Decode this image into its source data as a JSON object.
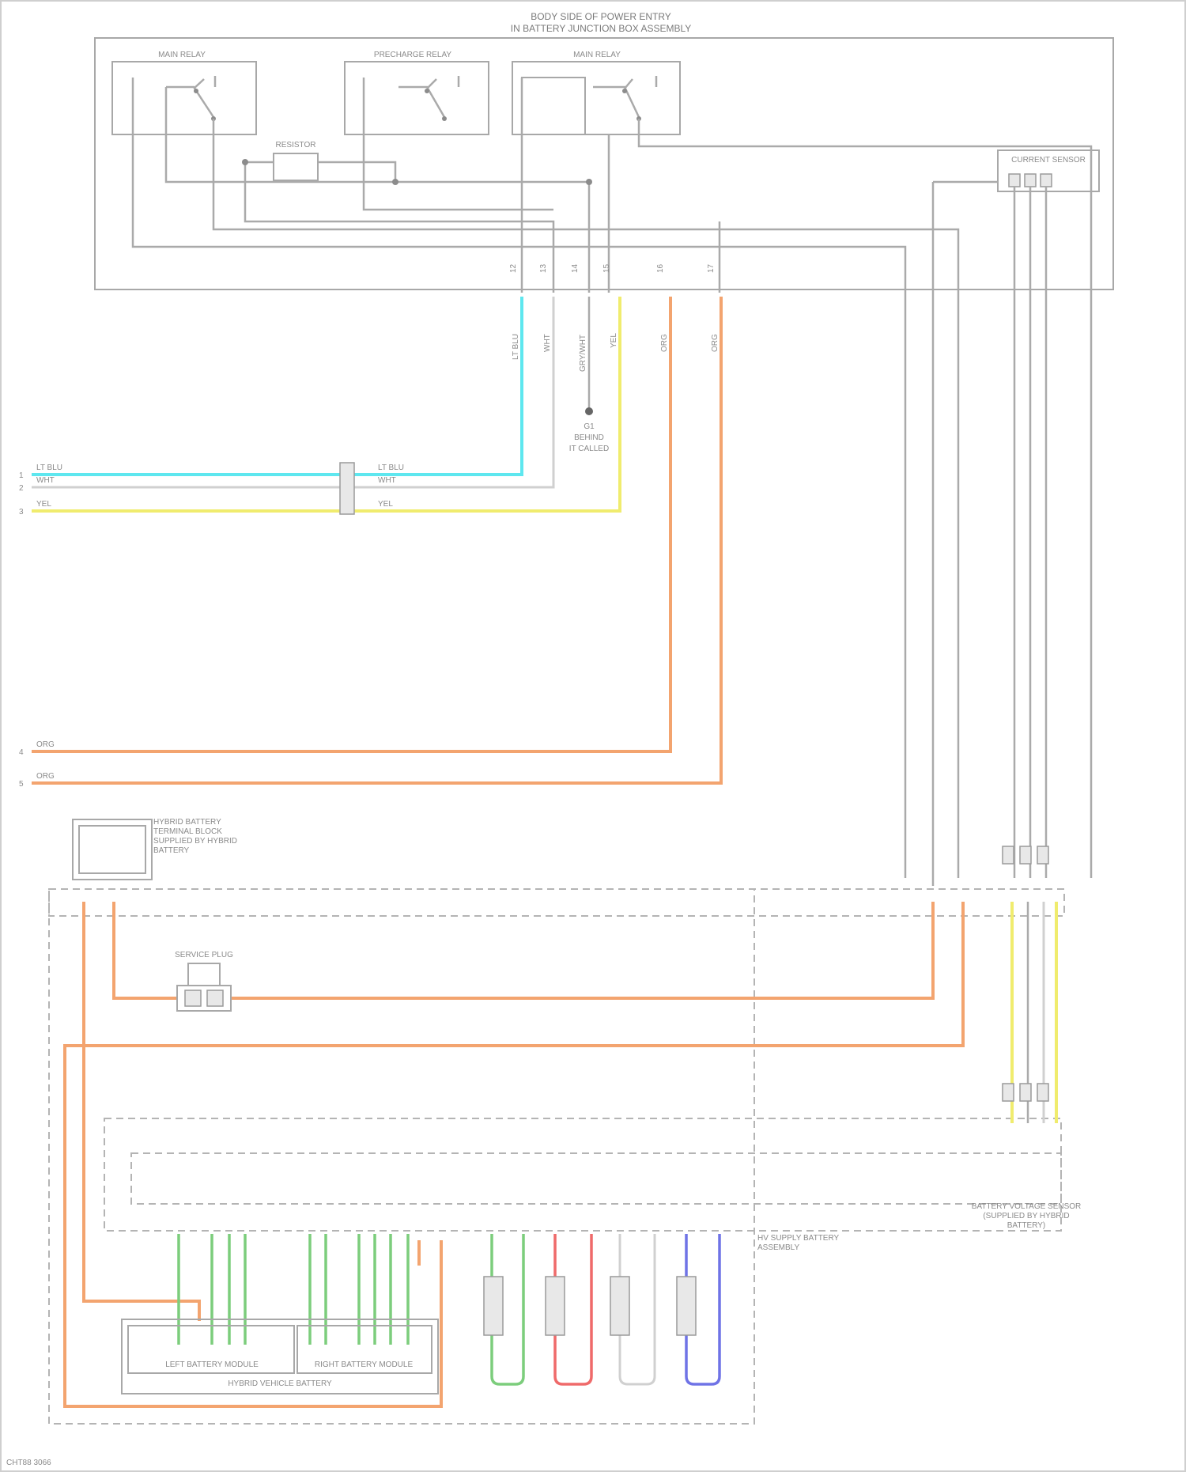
{
  "diagram": {
    "main_title_line1": "BODY SIDE OF POWER ENTRY",
    "main_title_line2": "IN BATTERY JUNCTION BOX ASSEMBLY",
    "relays": [
      {
        "label": "MAIN RELAY"
      },
      {
        "label": "PRECHARGE RELAY"
      },
      {
        "label": "MAIN RELAY"
      }
    ],
    "resistor_label": "RESISTOR",
    "current_sensor_label": "CURRENT SENSOR",
    "connector_pins": [
      "12",
      "13",
      "14",
      "15",
      "16",
      "17"
    ],
    "wire_colors": {
      "upper": [
        "LT BLU",
        "WHT",
        "GRY/WHT",
        "YEL",
        "ORG",
        "ORG"
      ],
      "left_lines": [
        "LT BLU",
        "WHT",
        "YEL",
        "ORG",
        "ORG"
      ],
      "right_lines": [
        "LT BLU",
        "WHT",
        "YEL"
      ]
    },
    "ground_label_1": "G1",
    "ground_label_2": "BEHIND",
    "ground_label_3": "IT CALLED",
    "terminal_block_label": "HYBRID BATTERY TERMINAL BLOCK SUPPLIED BY HYBRID BATTERY",
    "service_plug_label": "SERVICE PLUG",
    "voltage_sensor_label": "BATTERY VOLTAGE SENSOR (SUPPLIED BY HYBRID BATTERY)",
    "cooling_label": "HV SUPPLY BATTERY ASSEMBLY",
    "module_left": "LEFT BATTERY MODULE",
    "module_right": "RIGHT BATTERY MODULE",
    "battery_label": "HYBRID VEHICLE BATTERY",
    "footer": "CHT88 3066",
    "left_refs": [
      "1",
      "2",
      "3",
      "4",
      "5"
    ]
  },
  "colors": {
    "cyan_wire": "#5ee7ef",
    "yellow_wire": "#f0ec6e",
    "orange_wire": "#f3a46f",
    "green_wire": "#7ccd7c",
    "red_wire": "#ef6a6a",
    "blue_wire": "#6f73e6",
    "gray_wire": "#aaaaaa"
  }
}
